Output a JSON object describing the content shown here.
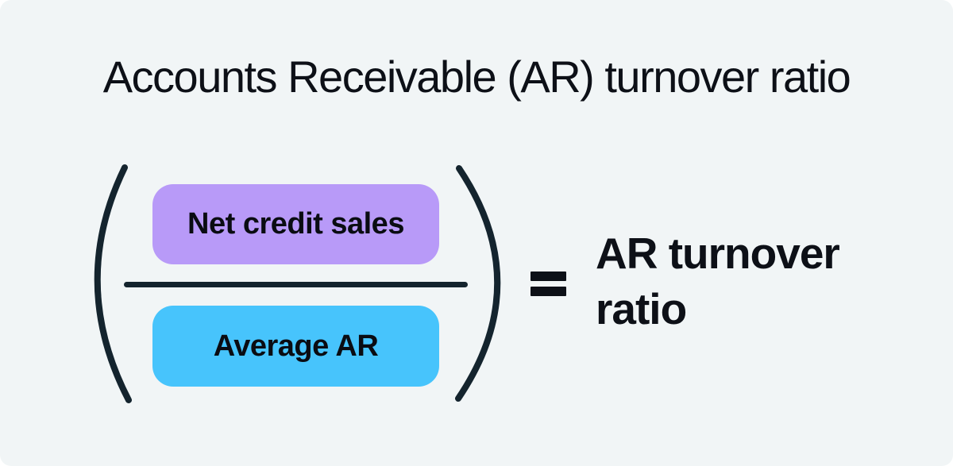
{
  "title": "Accounts Receivable (AR) turnover ratio",
  "formula": {
    "open_paren": "(",
    "close_paren": ")",
    "numerator": {
      "label": "Net credit sales",
      "background": "#b89af8"
    },
    "denominator": {
      "label": "Average AR",
      "background": "#47c4fc"
    },
    "equals_sign": "=",
    "result_label": "AR turnover ratio"
  },
  "colors": {
    "page_background": "#f1f5f6",
    "ink": "#0d1017",
    "stroke": "#14242e"
  }
}
